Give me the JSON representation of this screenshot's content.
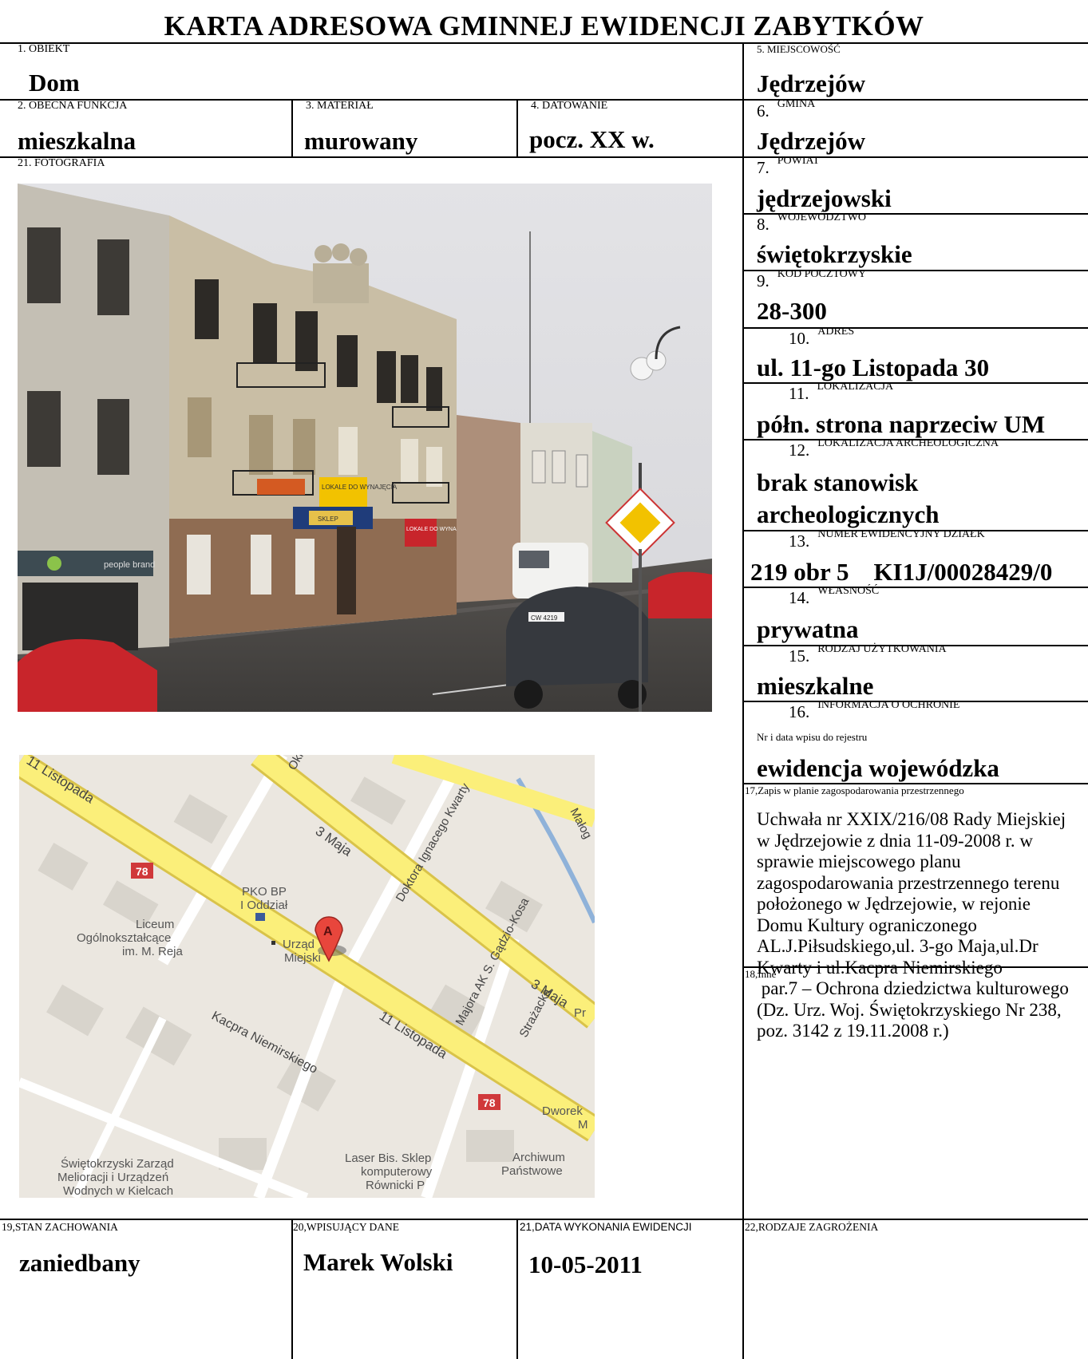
{
  "title": "KARTA  ADRESOWA GMINNEJ  EWIDENCJI  ZABYTKÓW",
  "fields": {
    "obiekt": {
      "label": "1.    OBIEKT",
      "value": "Dom"
    },
    "funkcja": {
      "label": "2.     OBECNA FUNKCJA",
      "value": "mieszkalna"
    },
    "material": {
      "label": "3.     MATERIAŁ",
      "value": "murowany"
    },
    "datowanie": {
      "label": "4.     DATOWANIE",
      "value": "pocz. XX w."
    },
    "fotografia": {
      "label": "21.  FOTOGRAFIA"
    },
    "miejscowosc": {
      "label": "5.  MIEJSCOWOŚĆ",
      "value": "Jędrzejów"
    },
    "gmina": {
      "num": "6.",
      "label": "GMINA",
      "value": "Jędrzejów"
    },
    "powiat": {
      "num": "7.",
      "label": "POWIAT",
      "value": "jędrzejowski"
    },
    "wojewodztwo": {
      "num": "8.",
      "label": "WOJEWÓDZTWO",
      "value": "świętokrzyskie"
    },
    "kod": {
      "num": "9.",
      "label": "KOD POCZTOWY",
      "value": "28-300"
    },
    "adres": {
      "num": "10.",
      "label": "ADRES",
      "value": "ul. 11-go Listopada 30"
    },
    "lokalizacja": {
      "num": "11.",
      "label": "LOKALIZACJA",
      "value": "półn. strona  naprzeciw UM"
    },
    "arch": {
      "num": "12.",
      "label": "LOKALIZACJA  ARCHEOLOGICZNA",
      "value_line1": "brak stanowisk",
      "value_line2": "archeologicznych"
    },
    "dzialki": {
      "num": "13.",
      "label": "NUMER EWIDENCYJNY DZIAŁK",
      "value": "219 obr 5    KI1J/00028429/0"
    },
    "wlasnosc": {
      "num": "14.",
      "label": "WŁASNOŚĆ",
      "value": "prywatna"
    },
    "uzytkowanie": {
      "num": "15.",
      "label": "RODZAJ UŻYTKOWANIA",
      "value": "mieszkalne"
    },
    "ochrona": {
      "num": "16.",
      "label": "INFORMACJA O OCHRONIE",
      "sublabel": "Nr i data wpisu do rejestru",
      "value": "ewidencja wojewódzka"
    },
    "plan": {
      "label": "17,Zapis w planie zagospodarowania przestrzennego",
      "lines": [
        "Uchwała nr XXIX/216/08 Rady  Miejskiej",
        "w Jędrzejowie z dnia 11-09-2008 r. w",
        "sprawie miejscowego planu",
        "zagospodarowania przestrzennego terenu",
        "położonego w Jędrzejowie, w rejonie",
        "Domu Kultury ograniczonego",
        "AL.J.Piłsudskiego,ul. 3-go Maja,ul.Dr",
        "Kwarty i ul.Kacpra Niemirskiego",
        " par.7 – Ochrona dziedzictwa kulturowego",
        "(Dz. Urz. Woj. Świętokrzyskiego Nr 238,",
        "poz. 3142 z 19.11.2008 r.)"
      ]
    },
    "inne": {
      "label": "18,Inne"
    },
    "stan": {
      "label": "19,STAN ZACHOWANIA",
      "value": "zaniedbany"
    },
    "wpisujacy": {
      "label": "20,WPISUJĄCY DANE",
      "value": "Marek Wolski"
    },
    "data": {
      "label": "21,DATA WYKONANIA EWIDENCJI",
      "value": "10-05-2011"
    },
    "zagrozenia": {
      "label": "22,RODZAJE ZAGROŻENIA"
    }
  },
  "photo": {
    "signs": [
      "LOKALE DO WYNAJĘCIA",
      "people brand",
      "SKLEP",
      "LOKALE DO WYNAJĘCIA"
    ],
    "plate": "CW 4219"
  },
  "map": {
    "streets": [
      "11 Listopada",
      "3 Maja",
      "Doktora Ignacego Kwarty",
      "Majora AK S. Gądzio-Kosa",
      "Strażacka",
      "Kacpra Niemirskiego",
      "11 Listopada",
      "3 Maja",
      "Okr",
      "Małog"
    ],
    "road_number": "78",
    "pois": [
      "PKO BP",
      "I Oddział",
      "Liceum",
      "Ogólnokształcące",
      "im. M. Reja",
      "Urząd",
      "Miejski",
      "Laser Bis. Sklep",
      "komputerowy",
      "Równicki P",
      "Archiwum",
      "Państwowe",
      "Świętokrzyski Zarząd",
      "Melioracji i Urządzeń",
      "Wodnych w Kielcach",
      "Dworek",
      "M",
      "Pr"
    ],
    "marker": "A"
  }
}
